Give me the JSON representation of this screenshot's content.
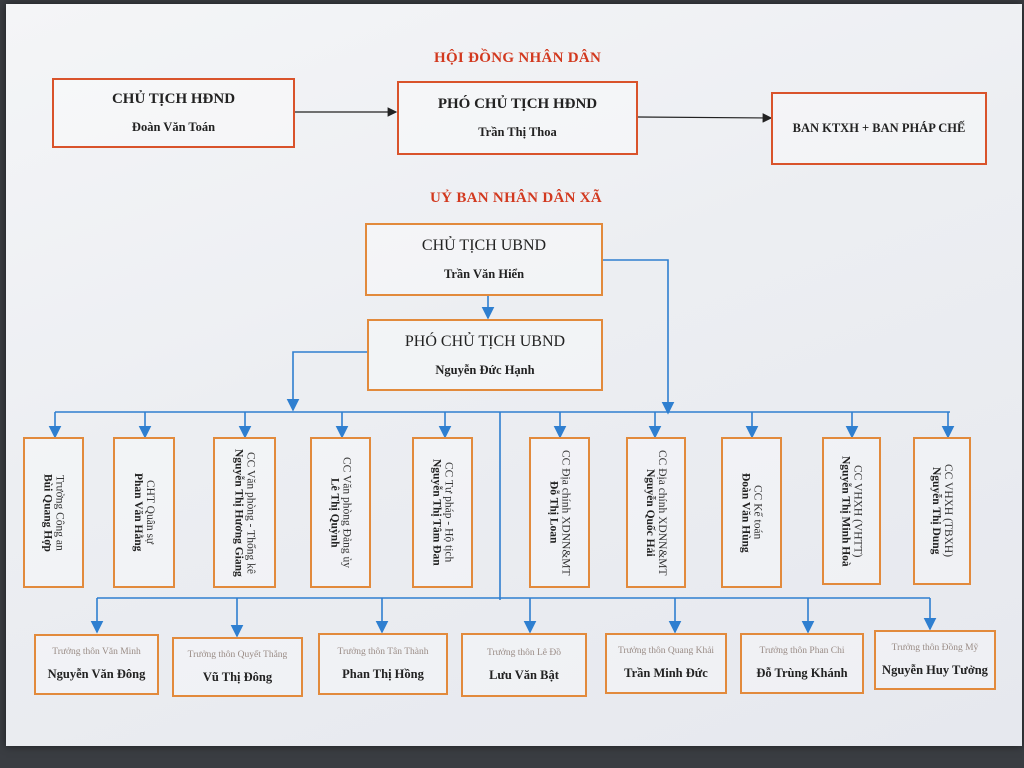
{
  "hdnd": {
    "title": "HỘI ĐỒNG NHÂN DÂN",
    "chu_tich": {
      "role": "CHỦ TỊCH HĐND",
      "name": "Đoàn Văn Toán"
    },
    "pho_chu_tich": {
      "role": "PHÓ CHỦ TỊCH HĐND",
      "name": "Trần Thị Thoa"
    },
    "ban": "BAN KTXH + BAN PHÁP CHẾ"
  },
  "ubnd": {
    "title": "UỶ BAN NHÂN DÂN XÃ",
    "chu_tich": {
      "role": "CHỦ TỊCH UBND",
      "name": "Trần Văn Hiển"
    },
    "pho_chu_tich": {
      "role": "PHÓ CHỦ TỊCH UBND",
      "name": "Nguyễn Đức Hạnh"
    }
  },
  "staff": [
    {
      "role": "Trưởng Công an",
      "name": "Bùi Quang Hợp"
    },
    {
      "role": "CHT Quân sự",
      "name": "Phan Văn Hằng"
    },
    {
      "role": "CC Văn phòng - Thống kê",
      "name": "Nguyễn Thị Hương Giang"
    },
    {
      "role": "CC Văn phòng Đảng ủy",
      "name": "Lê Thị Quỳnh"
    },
    {
      "role": "CC Tư pháp - Hộ tịch",
      "name": "Nguyễn Thị Tâm Đan"
    },
    {
      "role": "CC Địa chính XDNN&MT",
      "name": "Đỗ Thị Loan"
    },
    {
      "role": "CC Địa chính XDNN&MT",
      "name": "Nguyễn Quốc Hải"
    },
    {
      "role": "CC Kế toán",
      "name": "Đoàn Văn Hùng"
    },
    {
      "role": "CC VHXH (VHTT)",
      "name": "Nguyễn Thị Minh Hoà"
    },
    {
      "role": "CC VHXH (TBXH)",
      "name": "Nguyễn Thị Dung"
    }
  ],
  "villages": [
    {
      "role": "Trưởng thôn Văn Minh",
      "name": "Nguyễn Văn Đông"
    },
    {
      "role": "Trưởng thôn Quyết Thắng",
      "name": "Vũ Thị Đông"
    },
    {
      "role": "Trưởng thôn Tân Thành",
      "name": "Phan Thị Hồng"
    },
    {
      "role": "Trưởng thôn Lê Đồ",
      "name": "Lưu Văn Bật"
    },
    {
      "role": "Trưởng thôn Quang Khải",
      "name": "Trần Minh Đức"
    },
    {
      "role": "Trưởng thôn Phan Chi",
      "name": "Đỗ Trùng Khánh"
    },
    {
      "role": "Trưởng thôn Đồng Mỹ",
      "name": "Nguyễn Huy Tưởng"
    }
  ]
}
